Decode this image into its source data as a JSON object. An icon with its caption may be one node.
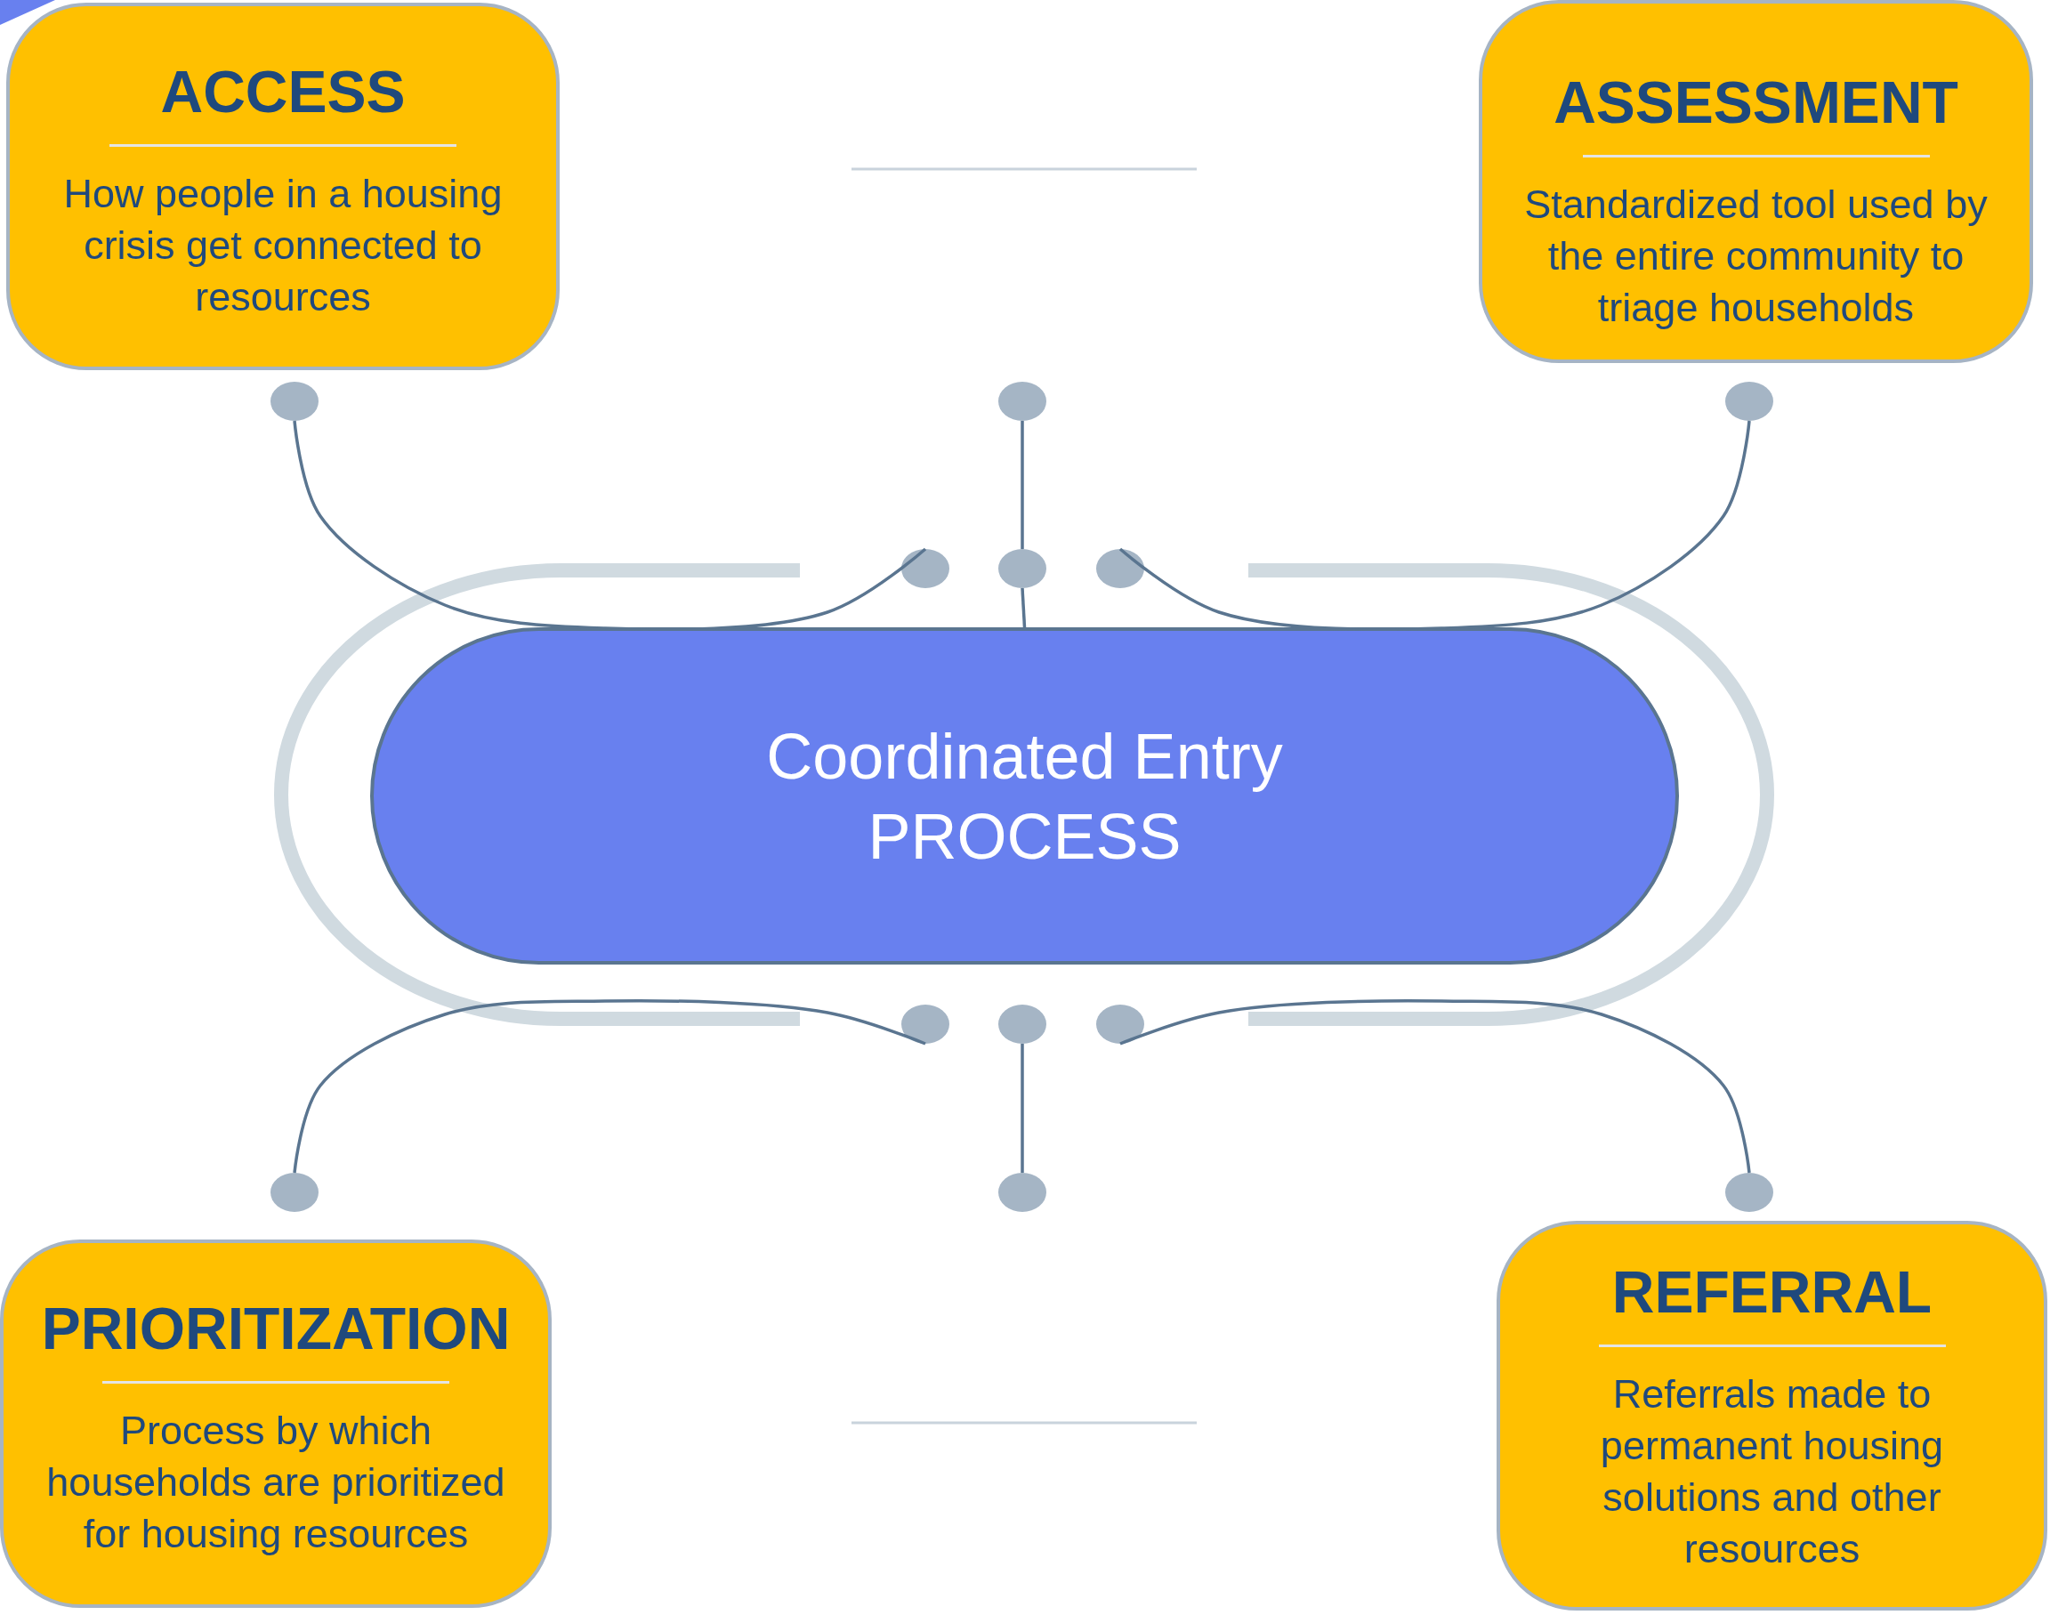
{
  "diagram": {
    "nodes": [
      {
        "text": [
          "ACCESS",
          "How people in a housing crisis get connected to resources"
        ]
      },
      {
        "text": [
          "ASSESSMENT",
          "Standardized tool used by the entire community to triage households"
        ]
      },
      {
        "text": [],
        "shape": "circle"
      },
      {
        "text": [],
        "shape": "circle"
      },
      {
        "text": [],
        "shape": "circle"
      },
      {
        "text": [],
        "shape": "circle"
      },
      {
        "text": [],
        "shape": "circle"
      },
      {
        "text": [],
        "shape": "circle"
      },
      {
        "text": [
          "Coordinated Entry PROCESS"
        ]
      },
      {
        "text": [],
        "shape": "circle"
      },
      {
        "text": [],
        "shape": "circle"
      },
      {
        "text": [],
        "shape": "circle"
      },
      {
        "text": [],
        "shape": "circle"
      },
      {
        "text": [],
        "shape": "circle"
      },
      {
        "text": [],
        "shape": "circle"
      },
      {
        "text": [
          "PRIORITIZATION",
          "Process by which households are prioritized for housing resources"
        ]
      },
      {
        "text": [
          "REFERRAL",
          "Referrals made to permanent housing solutions and other resources"
        ]
      }
    ],
    "edges": [
      {
        "from": 2,
        "to": 5,
        "arrow": "none"
      },
      {
        "from": 3,
        "to": 6,
        "arrow": "none"
      },
      {
        "from": 6,
        "to": 8,
        "arrow": "none"
      },
      {
        "from": 4,
        "to": 7,
        "arrow": "none"
      },
      {
        "from": 12,
        "to": 9,
        "arrow": "none"
      },
      {
        "from": 10,
        "to": 13,
        "arrow": "none"
      },
      {
        "from": 14,
        "to": 11,
        "arrow": "none"
      }
    ]
  }
}
